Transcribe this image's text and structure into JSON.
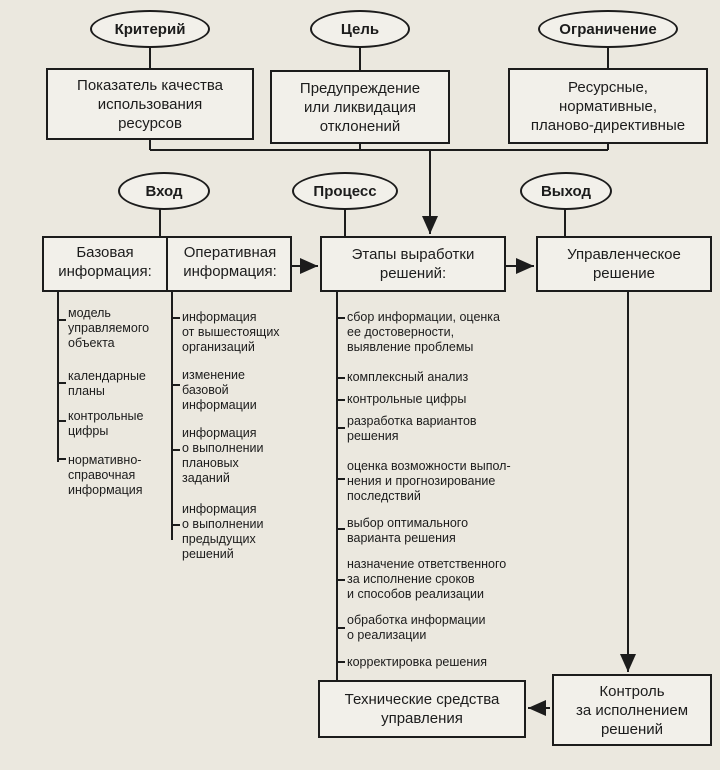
{
  "top": {
    "criterion": {
      "oval": "Критерий",
      "box": "Показатель качества\nиспользования\nресурсов"
    },
    "goal": {
      "oval": "Цель",
      "box": "Предупреждение\nили ликвидация\nотклонений"
    },
    "constraint": {
      "oval": "Ограничение",
      "box": "Ресурсные,\nнормативные,\nпланово-директивные"
    }
  },
  "input": {
    "oval": "Вход",
    "base": {
      "title": "Базовая\nинформация:",
      "items": [
        "модель\nуправляемого\nобъекта",
        "календарные\nпланы",
        "контрольные\nцифры",
        "нормативно-\nсправочная\nинформация"
      ]
    },
    "operative": {
      "title": "Оперативная\nинформация:",
      "items": [
        "информация\nот вышестоящих\nорганизаций",
        "изменение\nбазовой\nинформации",
        "информация\nо выполнении\nплановых\nзаданий",
        "информация\nо выполнении\nпредыдущих\nрешений"
      ]
    }
  },
  "process": {
    "oval": "Процесс",
    "title": "Этапы выработки\nрешений:",
    "items": [
      "сбор информации, оценка\nее достоверности,\nвыявление проблемы",
      "комплексный анализ",
      "контрольные цифры",
      "разработка вариантов\nрешения",
      "оценка возможности выпол-\nнения и прогнозирование\nпоследствий",
      "выбор оптимального\nварианта решения",
      "назначение ответственного\nза исполнение сроков\nи способов реализации",
      "обработка информации\nо реализации",
      "корректировка решения"
    ]
  },
  "output": {
    "oval": "Выход",
    "box": "Управленческое\nрешение"
  },
  "tech": "Технические средства\nуправления",
  "control": "Контроль\nза исполнением\nрешений"
}
